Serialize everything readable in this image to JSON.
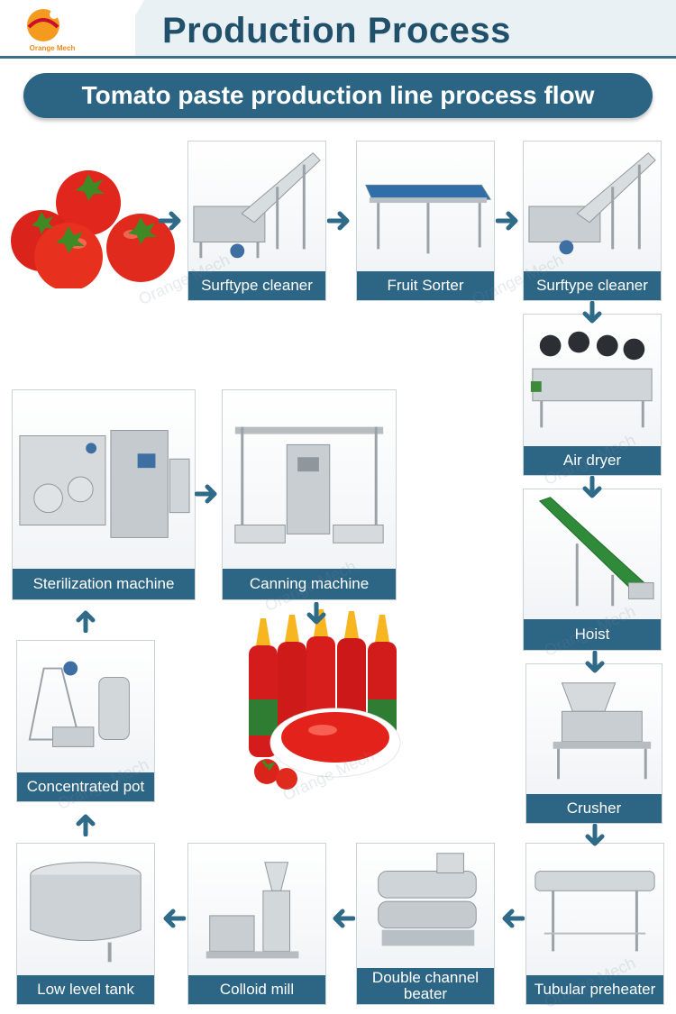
{
  "header": {
    "title": "Production Process",
    "brand": "Orange Mech",
    "brand_color": "#f08a1c"
  },
  "subtitle": "Tomato paste production line process flow",
  "colors": {
    "accent": "#2d6584",
    "title": "#21506a",
    "arrow": "#2f6a89"
  },
  "steps": [
    {
      "label": "Surftype cleaner"
    },
    {
      "label": "Fruit Sorter"
    },
    {
      "label": "Surftype cleaner"
    },
    {
      "label": "Air dryer"
    },
    {
      "label": "Hoist"
    },
    {
      "label": "Crusher"
    },
    {
      "label": "Tubular preheater"
    },
    {
      "label": "Double channel beater"
    },
    {
      "label": "Colloid mill"
    },
    {
      "label": "Low level tank"
    },
    {
      "label": "Concentrated pot"
    },
    {
      "label": "Sterilization machine"
    },
    {
      "label": "Canning machine"
    }
  ],
  "watermark": "Orange Mech"
}
